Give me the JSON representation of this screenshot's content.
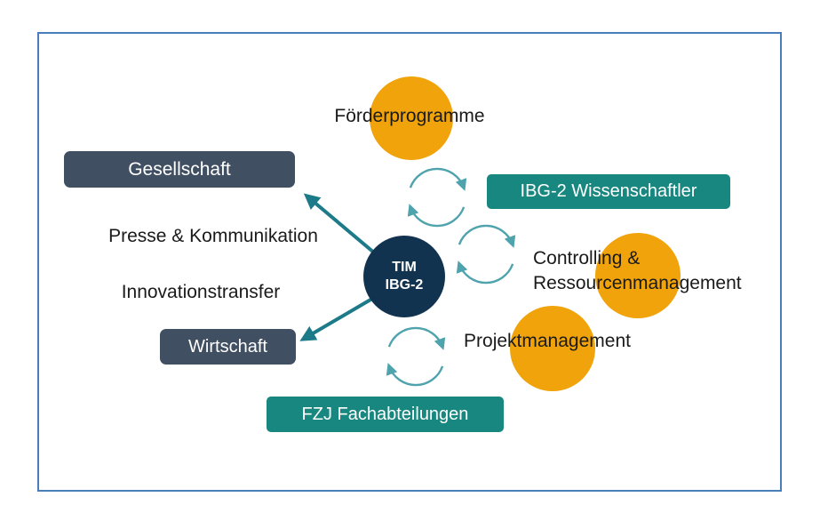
{
  "diagram": {
    "title": "TIM IBG-2 relationship diagram",
    "center": {
      "line1": "TIM",
      "line2": "IBG-2"
    },
    "nodes": {
      "foerderprogramme": "Förderprogramme",
      "gesellschaft": "Gesellschaft",
      "ibg2_wissenschaftler": "IBG-2 Wissenschaftler",
      "presse_kommunikation": "Presse & Kommunikation",
      "controlling_line1": "Controlling &",
      "controlling_line2": "Ressourcenmanagement",
      "innovationstransfer": "Innovationstransfer",
      "wirtschaft": "Wirtschaft",
      "projektmanagement": "Projektmanagement",
      "fzj_fachabteilungen": "FZJ Fachabteilungen"
    },
    "icons": [
      "cycle-arrows-icon-top",
      "cycle-arrows-icon-middle",
      "cycle-arrows-icon-bottom"
    ],
    "colors": {
      "frame_border": "#4a7ebb",
      "orange_circle": "#F0A30A",
      "teal_box": "#17877f",
      "dark_slate_box": "#414f63",
      "center_navy": "#123350",
      "cycle_stroke": "#4fa3ad",
      "arrow_stroke": "#1d7a88",
      "text": "#1a1a1a"
    }
  }
}
